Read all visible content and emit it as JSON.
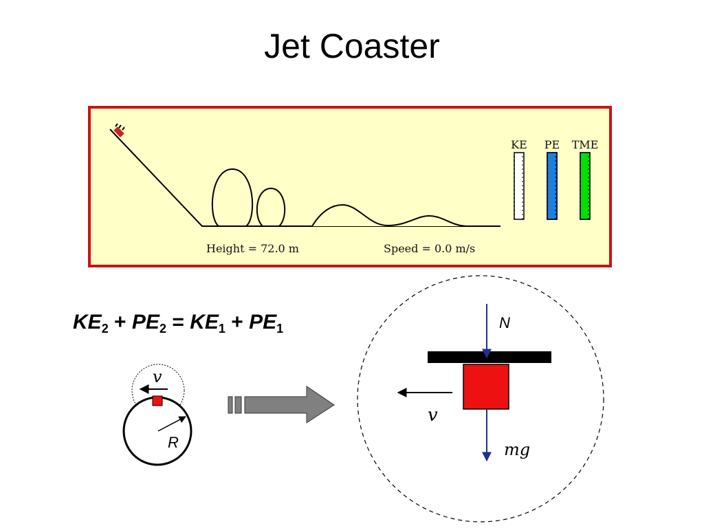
{
  "title": "Jet Coaster",
  "simulation": {
    "height_readout": "Height = 72.0 m",
    "speed_readout": "Speed =  0.0  m/s",
    "bars": [
      {
        "label": "KE",
        "color": "#ffffff",
        "level": 0.0
      },
      {
        "label": "PE",
        "color": "#1e7fe0",
        "level": 1.0
      },
      {
        "label": "TME",
        "color": "#00e000",
        "level": 1.0
      }
    ],
    "colors": {
      "panel_bg": "#ffffc8",
      "panel_border": "#cc1111"
    }
  },
  "equation": {
    "ke": "KE",
    "pe": "PE",
    "sub2": "2",
    "sub1": "1",
    "plus": "+",
    "equals": "="
  },
  "small_diagram": {
    "velocity_label": "v",
    "radius_label": "R"
  },
  "force_diagram": {
    "normal_label": "N",
    "velocity_label": "v",
    "weight_label": "mg"
  },
  "colors": {
    "block": "#ee1111",
    "force_arrow": "#1f2f8f",
    "block_arrow_fill": "#808080"
  }
}
